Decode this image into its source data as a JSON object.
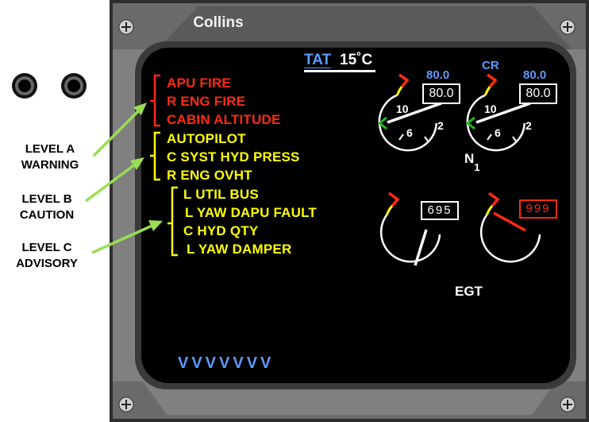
{
  "panel": {
    "brand": "Collins"
  },
  "side_labels": {
    "level_a_line1": "LEVEL A",
    "level_a_line2": "WARNING",
    "level_b_line1": "LEVEL B",
    "level_b_line2": "CAUTION",
    "level_c_line1": "LEVEL C",
    "level_c_line2": "ADVISORY"
  },
  "messages": {
    "warnings": [
      "APU FIRE",
      "R ENG FIRE",
      "CABIN ALTITUDE"
    ],
    "cautions": [
      "AUTOPILOT",
      "C SYST HYD PRESS",
      "R ENG OVHT"
    ],
    "advisories": [
      "L UTIL BUS",
      "L YAW DAPU FAULT",
      "C HYD QTY",
      "L YAW DAMPER"
    ]
  },
  "tat": {
    "label": "TAT",
    "value": "15˚C"
  },
  "n1": {
    "left": {
      "command": "80.0",
      "readout": "80.0",
      "tick_10": "10",
      "tick_6": "6",
      "tick_2": "2"
    },
    "right": {
      "mode": "CR",
      "command": "80.0",
      "readout": "80.0",
      "tick_10": "10",
      "tick_6": "6",
      "tick_2": "2"
    },
    "label_main": "N",
    "label_sub": "1"
  },
  "egt": {
    "left_readout": "695",
    "right_readout": "999",
    "label": "EGT"
  },
  "bottom": {
    "vees": "VVVVVVV"
  },
  "colors": {
    "warning": "#ff2a12",
    "caution": "#ffff00",
    "advisory": "#ffff00",
    "cyan_label": "#5b9bff",
    "arrow": "#99dd55",
    "bezel": "#7a7a7a"
  }
}
